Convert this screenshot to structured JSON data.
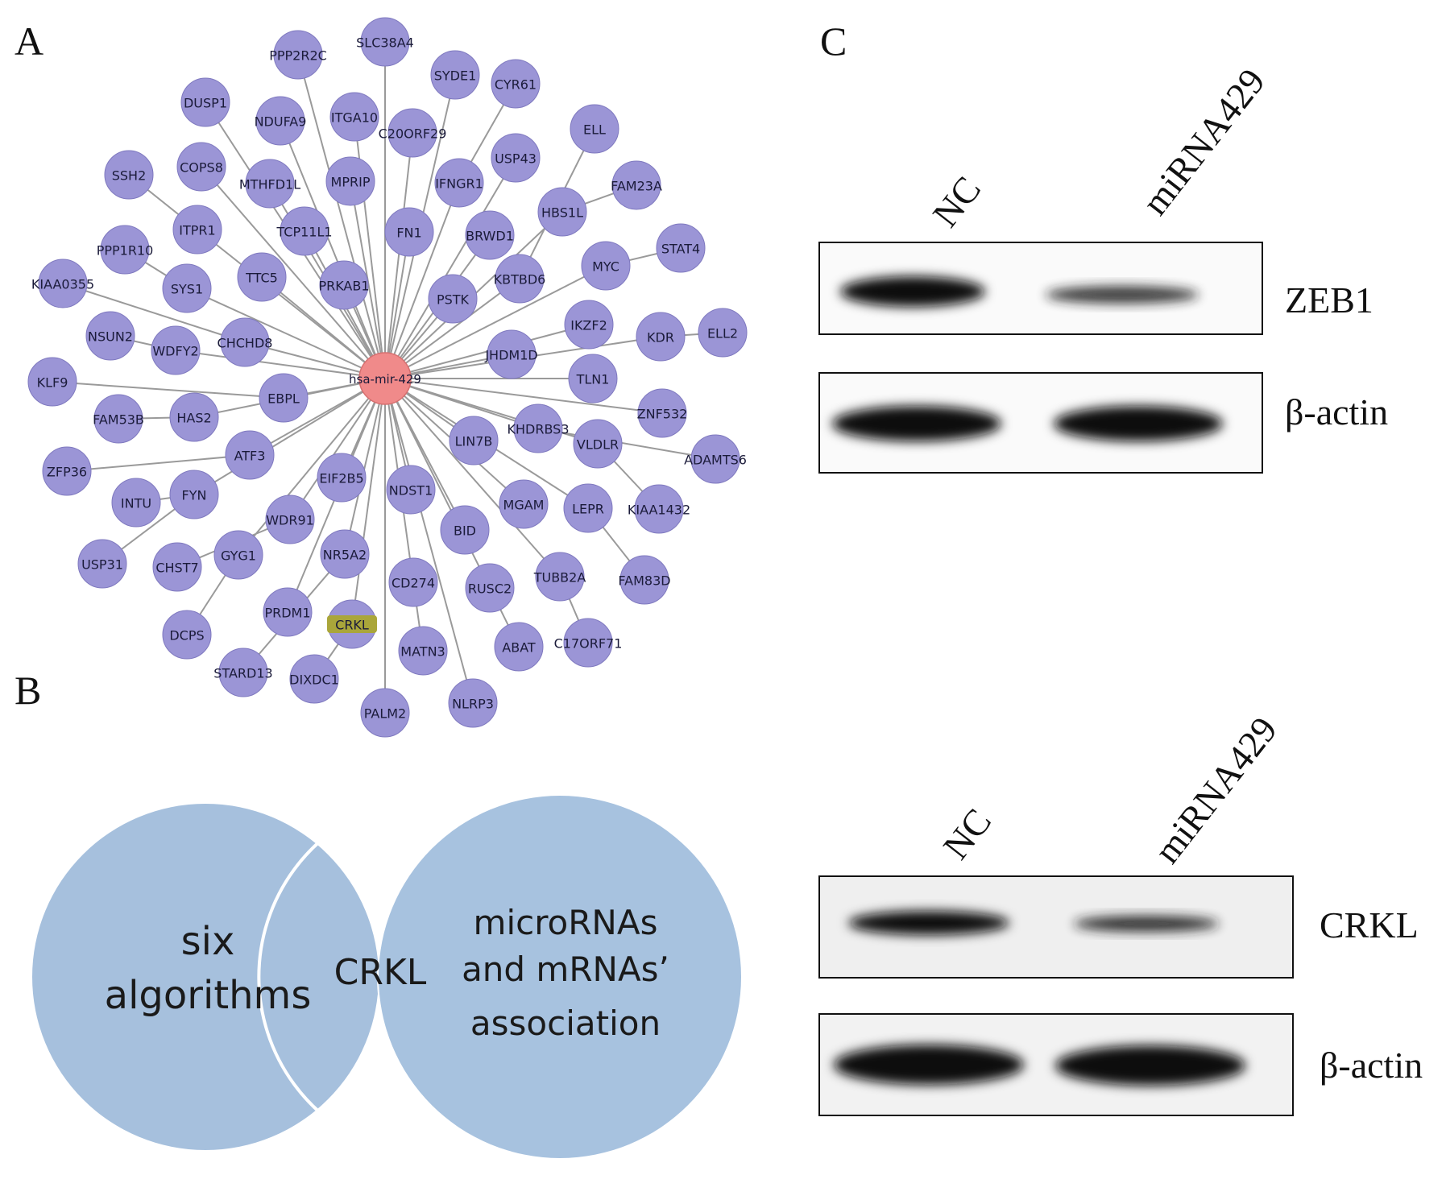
{
  "panels": {
    "a": "A",
    "b": "B",
    "c": "C"
  },
  "network": {
    "center": "hsa-mir-429",
    "highlight": "CRKL",
    "colors": {
      "node": "#9b95d6",
      "node_stroke": "#7f79bf",
      "center": "#f08a8a",
      "highlight": "#aaa63a",
      "edge": "#9a9a9a"
    },
    "nodes": [
      "SLC38A4",
      "PPP2R2C",
      "SYDE1",
      "CYR61",
      "DUSP1",
      "NDUFA9",
      "ITGA10",
      "C20ORF29",
      "ELL",
      "SSH2",
      "COPS8",
      "MTHFD1L",
      "MPRIP",
      "IFNGR1",
      "USP43",
      "FAM23A",
      "HBS1L",
      "ITPR1",
      "TCP11L1",
      "FN1",
      "BRWD1",
      "STAT4",
      "PPP1R10",
      "TTC5",
      "PRKAB1",
      "KBTBD6",
      "MYC",
      "KIAA0355",
      "SYS1",
      "PSTK",
      "NSUN2",
      "WDFY2",
      "CHCHD8",
      "IKZF2",
      "KDR",
      "ELL2",
      "JHDM1D",
      "KLF9",
      "EBPL",
      "TLN1",
      "HAS2",
      "FAM53B",
      "ZNF532",
      "KHDRBS3",
      "LIN7B",
      "VLDLR",
      "ADAMTS6",
      "ATF3",
      "ZFP36",
      "EIF2B5",
      "NDST1",
      "FYN",
      "INTU",
      "MGAM",
      "LEPR",
      "KIAA1432",
      "WDR91",
      "BID",
      "USP31",
      "GYG1",
      "CHST7",
      "NR5A2",
      "CD274",
      "RUSC2",
      "TUBB2A",
      "FAM83D",
      "PRDM1",
      "CRKL",
      "DCPS",
      "ABAT",
      "C17ORF71",
      "MATN3",
      "STARD13",
      "DIXDC1",
      "NLRP3",
      "PALM2"
    ]
  },
  "venn": {
    "left_lines": [
      "six",
      "algorithms"
    ],
    "center": "CRKL",
    "right_lines": [
      "microRNAs",
      "and mRNAs’",
      "association"
    ],
    "colors": {
      "left": "#a6c0dd",
      "right": "#a7c2df",
      "overlap": "#6f97c6"
    }
  },
  "blots": {
    "top": {
      "lanes": [
        "NC",
        "miRNA429"
      ],
      "proteins": [
        "ZEB1",
        "β-actin"
      ]
    },
    "bottom": {
      "lanes": [
        "NC",
        "miRNA429"
      ],
      "proteins": [
        "CRKL",
        "β-actin"
      ]
    }
  }
}
